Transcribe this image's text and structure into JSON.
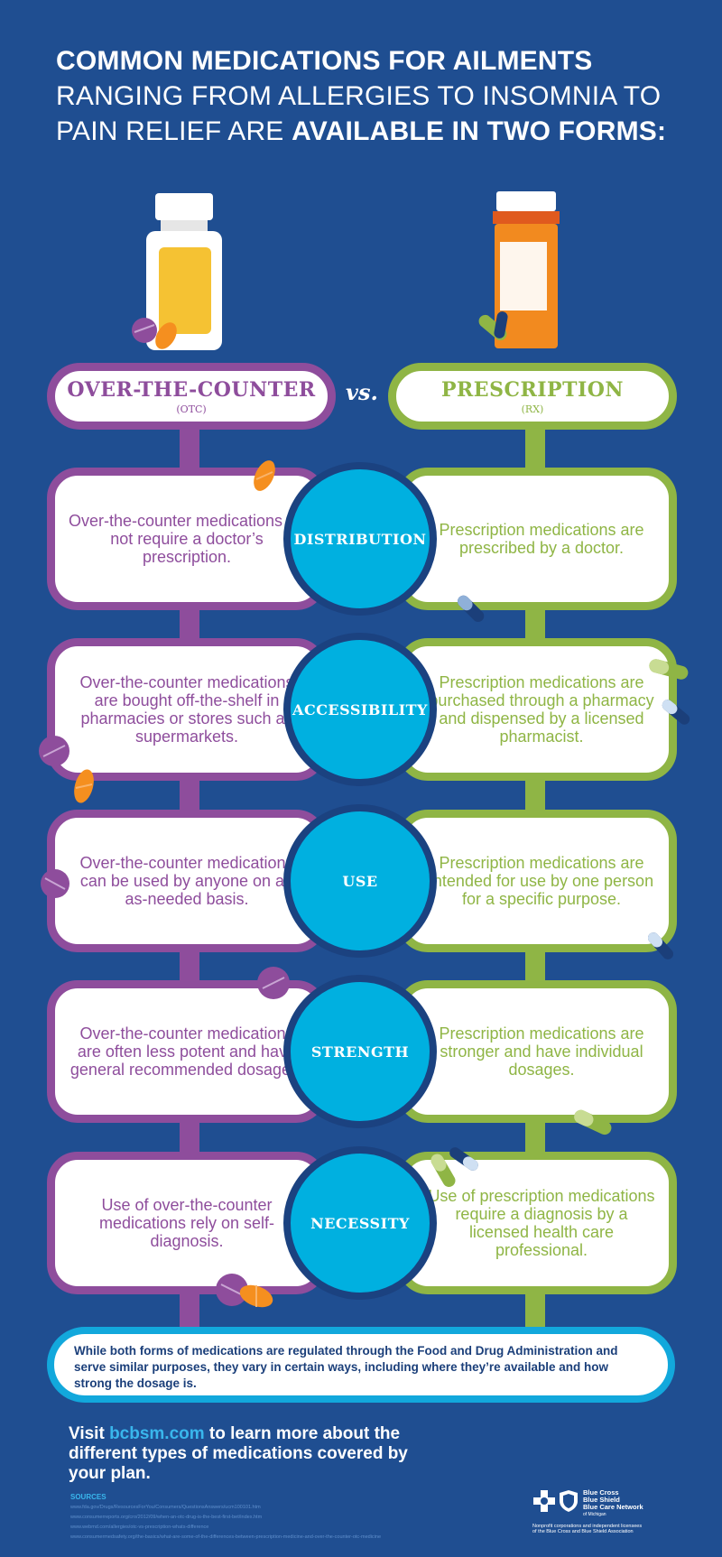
{
  "title": {
    "line1": "COMMON MEDICATIONS FOR AILMENTS",
    "line2": "RANGING FROM ALLERGIES TO INSOMNIA TO",
    "line3_plain": "PAIN RELIEF ARE ",
    "line3_bold": "AVAILABLE IN TWO FORMS:"
  },
  "otc_header": {
    "title": "OVER-THE-COUNTER",
    "abbr": "(OTC)"
  },
  "rx_header": {
    "title": "PRESCRIPTION",
    "abbr": "(RX)"
  },
  "vs": "vs.",
  "rows": [
    {
      "label": "DISTRIBUTION",
      "otc": "Over-the-counter medications do not require a doctor’s prescription.",
      "rx": "Prescription medications are prescribed by a doctor."
    },
    {
      "label": "ACCESSIBILITY",
      "otc": "Over-the-counter medications are bought off-the-shelf in pharmacies or stores such as  supermarkets.",
      "rx": "Prescription medications are purchased through a pharmacy and dispensed by a licensed pharmacist."
    },
    {
      "label": "USE",
      "otc": "Over-the-counter medications can be used by anyone on an as-needed basis.",
      "rx": "Prescription medications are intended for use by one person for a specific purpose."
    },
    {
      "label": "STRENGTH",
      "otc": "Over-the-counter medications are often less potent and have general recommended dosages.",
      "rx": "Prescription medications are stronger and have individual dosages."
    },
    {
      "label": "NECESSITY",
      "otc": "Use of over-the-counter medications rely on self-diagnosis.",
      "rx": "Use of prescription medications require a diagnosis by a licensed health care professional."
    }
  ],
  "note": "While both forms of medications are regulated through the Food and Drug Administration and serve similar purposes, they vary in certain ways, including where they’re available and how strong the dosage is.",
  "visit": {
    "before": "Visit ",
    "link": "bcbsm.com",
    "after": " to learn more about the different types of medications covered by your plan."
  },
  "sources": {
    "title": "SOURCES",
    "items": [
      "www.fda.gov/Drugs/ResourcesForYou/Consumers/QuestionsAnswers/ucm100101.htm",
      "www.consumerreports.org/cro/2012/09/when-an-otc-drug-is-the-best-first-bet/index.htm",
      "www.webmd.com/allergies/otc-vs-prescription-whats-difference",
      "www.consumermedsafety.org/the-basics/what-are-some-of-the-differences-between-prescription-medicine-and-over-the-counter-otc-medicine"
    ]
  },
  "logo": {
    "line1": "Blue Cross",
    "line2": "Blue Shield",
    "line3": "Blue Care Network",
    "line4": "of Michigan",
    "footer1": "Nonprofit corporations and independent licensees",
    "footer2": "of the Blue Cross and Blue Shield Association"
  },
  "colors": {
    "background": "#1f4e91",
    "otc_purple": "#8e4d9c",
    "rx_green": "#8fb545",
    "circle_blue": "#00b0e0",
    "link_blue": "#39b6ec"
  }
}
